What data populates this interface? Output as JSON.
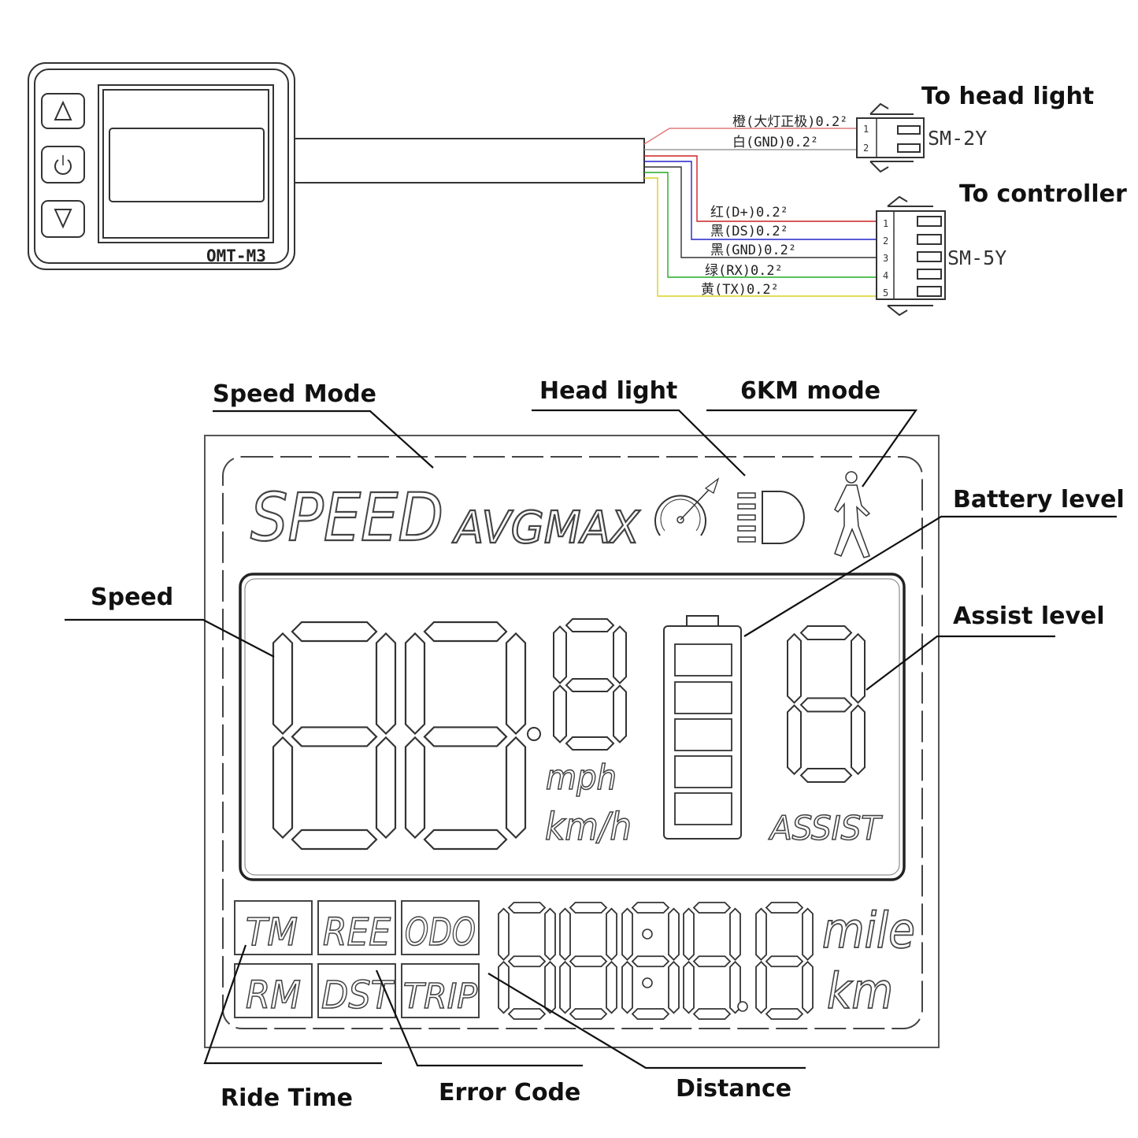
{
  "device": {
    "model": "OMT-M3"
  },
  "connectors": {
    "head_light": {
      "title": "To head light",
      "part": "SM-2Y",
      "pins": [
        "1",
        "2"
      ]
    },
    "controller": {
      "title": "To controller",
      "part": "SM-5Y",
      "pins": [
        "1",
        "2",
        "3",
        "4",
        "5"
      ]
    }
  },
  "wires": {
    "head_light": [
      {
        "label": "橙(大灯正极)0.2²",
        "color": "#e07a7a"
      },
      {
        "label": "白(GND)0.2²",
        "color": "#9a9a9a"
      }
    ],
    "controller": [
      {
        "label": "红(D+)0.2²",
        "color": "#cc2222"
      },
      {
        "label": "黑(DS)0.2²",
        "color": "#2222cc"
      },
      {
        "label": "黑(GND)0.2²",
        "color": "#333333"
      },
      {
        "label": "绿(RX)0.2²",
        "color": "#22aa22"
      },
      {
        "label": "黄(TX)0.2²",
        "color": "#d8d020"
      }
    ]
  },
  "lcd": {
    "speed_word": "SPEED",
    "avgmax": "AVGMAX",
    "unit_mph": "mph",
    "unit_kmh": "km/h",
    "assist": "ASSIST",
    "modes": [
      "TM",
      "REE",
      "ODO",
      "RM",
      "DST",
      "TRIP"
    ],
    "unit_mile": "mile",
    "unit_km": "km"
  },
  "callouts": {
    "speed_mode": "Speed Mode",
    "head_light": "Head light",
    "six_km_mode": "6KM mode",
    "battery_level": "Battery level",
    "speed": "Speed",
    "assist_level": "Assist level",
    "ride_time": "Ride Time",
    "error_code": "Error Code",
    "distance": "Distance"
  }
}
